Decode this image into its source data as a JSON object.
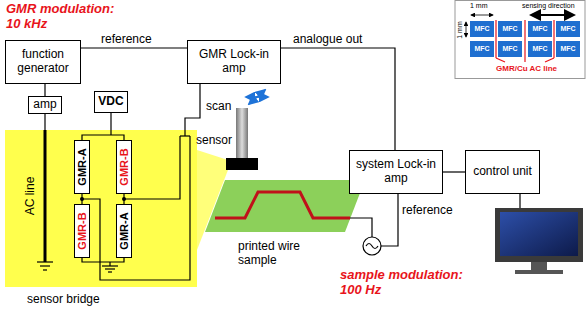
{
  "diagram": {
    "nodes": [
      {
        "text": [
          "function generator"
        ]
      },
      {
        "text": [
          "GMR Lock-in amp"
        ]
      },
      {
        "text": [
          "amp"
        ]
      },
      {
        "text": [
          "VDC"
        ]
      },
      {
        "text": [
          "sensor bridge"
        ]
      },
      {
        "text": [
          "GMR-A"
        ],
        "in": 4
      },
      {
        "text": [
          "GMR-B"
        ],
        "in": 4
      },
      {
        "text": [
          "GMR-B"
        ],
        "in": 4
      },
      {
        "text": [
          "GMR-A"
        ],
        "in": 4
      },
      {
        "text": [
          "system Lock-in amp"
        ]
      },
      {
        "text": [
          "control unit"
        ]
      },
      {
        "text": [
          "MFC"
        ]
      },
      {
        "text": [
          "MFC"
        ]
      },
      {
        "text": [
          "MFC"
        ]
      },
      {
        "text": [
          "MFC"
        ]
      },
      {
        "text": [
          "MFC"
        ]
      },
      {
        "text": [
          "MFC"
        ]
      },
      {
        "text": [
          "MFC"
        ]
      },
      {
        "text": [
          "MFC"
        ]
      }
    ],
    "edges": [
      {
        "from": 0,
        "to": 1,
        "label": "reference",
        "arrow": "none"
      },
      {
        "from": 0,
        "to": 2,
        "arrow": "none"
      },
      {
        "from": 2,
        "to": 4,
        "arrow": "none"
      },
      {
        "from": 3,
        "to": 4,
        "arrow": "none"
      },
      {
        "from": 1,
        "to": 4,
        "arrow": "none"
      },
      {
        "from": 1,
        "to": 9,
        "label": "analogue out",
        "arrow": "none"
      },
      {
        "from": 9,
        "to": 10,
        "arrow": "none"
      }
    ],
    "labels": [
      "GMR modulation: 10 kHz",
      "AC line",
      "scan",
      "sensor",
      "printed wire sample",
      "reference",
      "sample modulation: 100 Hz",
      "1 mm",
      "1 mm",
      "sensing direction",
      "GMR/Cu AC line"
    ]
  }
}
